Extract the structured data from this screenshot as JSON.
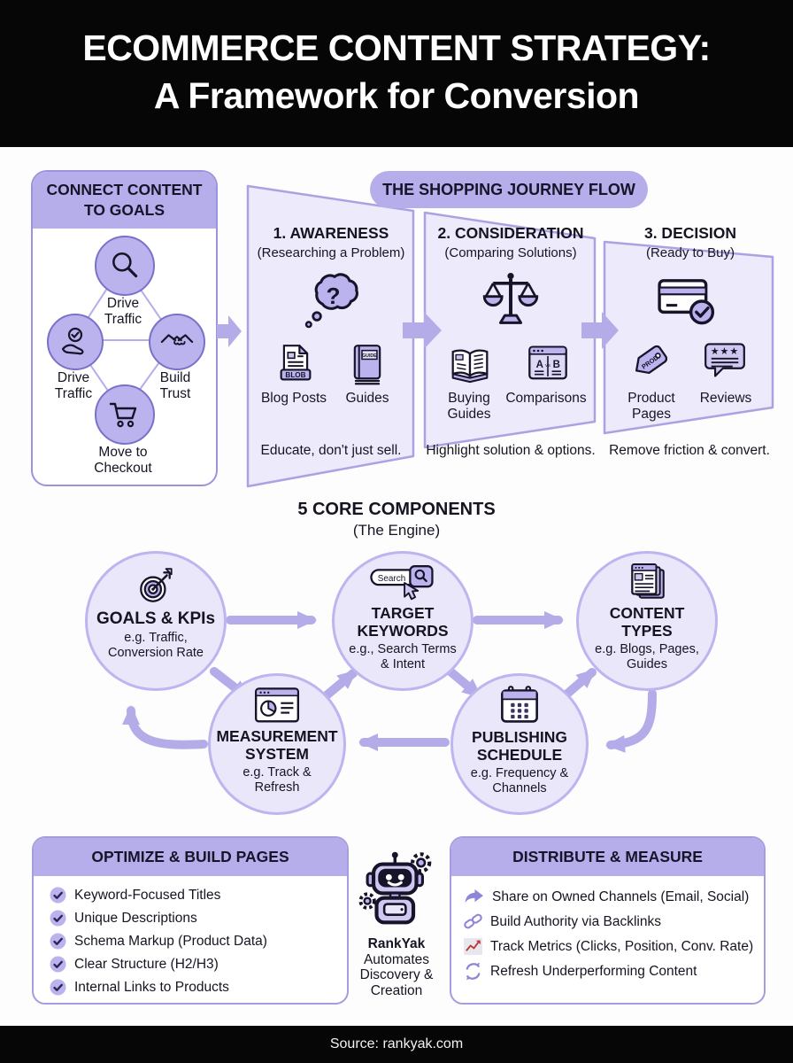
{
  "colors": {
    "accent": "#b5aeea",
    "arrow": "#b4ace9",
    "panel_fill": "#edebfb",
    "panel_border": "#aaa2e2",
    "ink": "#17142a",
    "track_red": "#c03a35"
  },
  "header": {
    "title_line1": "ECOMMERCE CONTENT STRATEGY:",
    "title_line2": "A Framework for Conversion"
  },
  "goals_box": {
    "title": "CONNECT CONTENT\nTO GOALS",
    "nodes": [
      {
        "icon": "magnifier-icon",
        "label": "Drive\nTraffic"
      },
      {
        "icon": "hand-check-icon",
        "label": "Drive\nTraffic"
      },
      {
        "icon": "handshake-icon",
        "label": "Build\nTrust"
      },
      {
        "icon": "cart-icon",
        "label": "Move to\nCheckout"
      }
    ]
  },
  "journey": {
    "title": "THE SHOPPING JOURNEY FLOW",
    "stages": [
      {
        "title": "1. AWARENESS",
        "subtitle": "(Researching a Problem)",
        "hero_icon": "thought-question-icon",
        "items": [
          {
            "label": "Blog Posts",
            "badge": "BLOB"
          },
          {
            "label": "Guides",
            "badge": "GUIDE"
          }
        ],
        "tagline": "Educate, don't just sell."
      },
      {
        "title": "2. CONSIDERATION",
        "subtitle": "(Comparing Solutions)",
        "hero_icon": "balance-scale-icon",
        "items": [
          {
            "label": "Buying\nGuides"
          },
          {
            "label": "Comparisons",
            "ab_a": "A",
            "ab_vs": "vs",
            "ab_b": "B"
          }
        ],
        "tagline": "Highlight solution & options."
      },
      {
        "title": "3. DECISION",
        "subtitle": "(Ready to Buy)",
        "hero_icon": "credit-card-check-icon",
        "items": [
          {
            "label": "Product\nPages",
            "badge": "PROD"
          },
          {
            "label": "Reviews",
            "stars": "★★★"
          }
        ],
        "tagline": "Remove friction & convert."
      }
    ]
  },
  "engine": {
    "title": "5 CORE COMPONENTS",
    "subtitle": "(The Engine)",
    "components": [
      {
        "name": "GOALS & KPIs",
        "example": "e.g. Traffic,\nConversion Rate",
        "icon": "target-dart-icon"
      },
      {
        "name": "TARGET\nKEYWORDS",
        "example": "e.g., Search Terms\n& Intent",
        "icon": "search-bar-icon",
        "search_label": "Search"
      },
      {
        "name": "CONTENT\nTYPES",
        "example": "e.g. Blogs, Pages,\nGuides",
        "icon": "stacked-pages-icon"
      },
      {
        "name": "MEASUREMENT\nSYSTEM",
        "example": "e.g. Track &\nRefresh",
        "icon": "analytics-pie-icon"
      },
      {
        "name": "PUBLISHING\nSCHEDULE",
        "example": "e.g. Frequency &\nChannels",
        "icon": "calendar-icon"
      }
    ]
  },
  "optimize_box": {
    "title": "OPTIMIZE & BUILD PAGES",
    "items": [
      "Keyword-Focused Titles",
      "Unique Descriptions",
      "Schema Markup (Product Data)",
      "Clear Structure (H2/H3)",
      "Internal Links to Products"
    ]
  },
  "mascot": {
    "name": "RankYak",
    "caption": "Automates\nDiscovery &\nCreation"
  },
  "distribute_box": {
    "title": "DISTRIBUTE & MEASURE",
    "items": [
      {
        "icon": "share-arrow-icon",
        "text": "Share on Owned Channels (Email, Social)"
      },
      {
        "icon": "link-chain-icon",
        "text": "Build Authority via Backlinks"
      },
      {
        "icon": "line-chart-icon",
        "text": "Track Metrics (Clicks, Position, Conv. Rate)"
      },
      {
        "icon": "refresh-cycle-icon",
        "text": "Refresh Underperforming Content"
      }
    ]
  },
  "footer": {
    "source": "Source: rankyak.com"
  }
}
